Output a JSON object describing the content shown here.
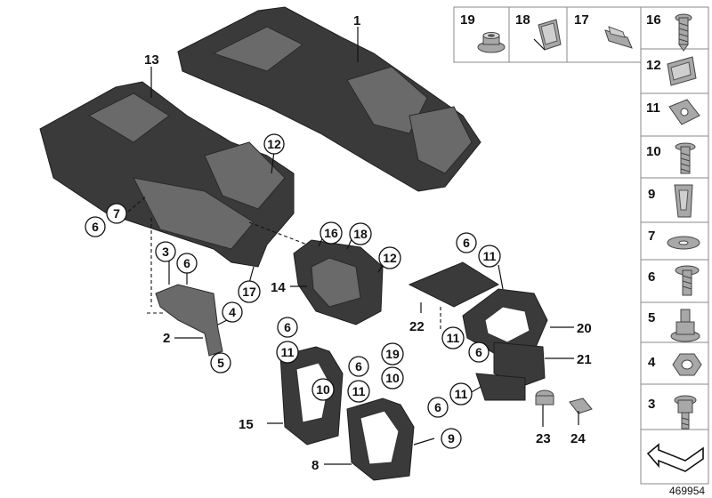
{
  "callouts": {
    "c1": "1",
    "c13": "13",
    "c12a": "12",
    "c6a": "6",
    "c7a": "7",
    "c3": "3",
    "c6b": "6",
    "c2": "2",
    "c4": "4",
    "c5": "5",
    "c17": "17",
    "c16": "16",
    "c18": "18",
    "c12b": "12",
    "c14": "14",
    "c6c": "6",
    "c11a": "11",
    "c22": "22",
    "c11b": "11",
    "c6d": "6",
    "c20": "20",
    "c21": "21",
    "c6e": "6",
    "c11c": "11",
    "c10a": "10",
    "c15": "15",
    "c6f": "6",
    "c11d": "11",
    "c19": "19",
    "c10b": "10",
    "c8": "8",
    "c9": "9",
    "c6g": "6",
    "c11e": "11",
    "c23": "23",
    "c24": "24"
  },
  "legend": {
    "top_row": [
      "19",
      "18",
      "17",
      "16"
    ],
    "column": [
      "12",
      "11",
      "10",
      "9",
      "7",
      "6",
      "5",
      "4",
      "3"
    ]
  },
  "reference_number": "469954"
}
